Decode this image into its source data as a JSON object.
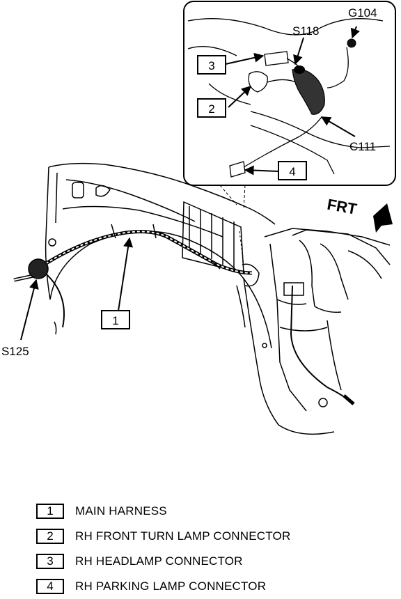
{
  "callouts": {
    "s125": "S125",
    "s118": "S118",
    "g104": "G104",
    "c111": "C111",
    "frt": "FRT",
    "num1": "1",
    "num2": "2",
    "num3": "3",
    "num4": "4"
  },
  "legend": [
    {
      "number": "1",
      "label": "MAIN HARNESS"
    },
    {
      "number": "2",
      "label": "RH FRONT TURN LAMP CONNECTOR"
    },
    {
      "number": "3",
      "label": "RH HEADLAMP CONNECTOR"
    },
    {
      "number": "4",
      "label": "RH PARKING LAMP CONNECTOR"
    }
  ]
}
